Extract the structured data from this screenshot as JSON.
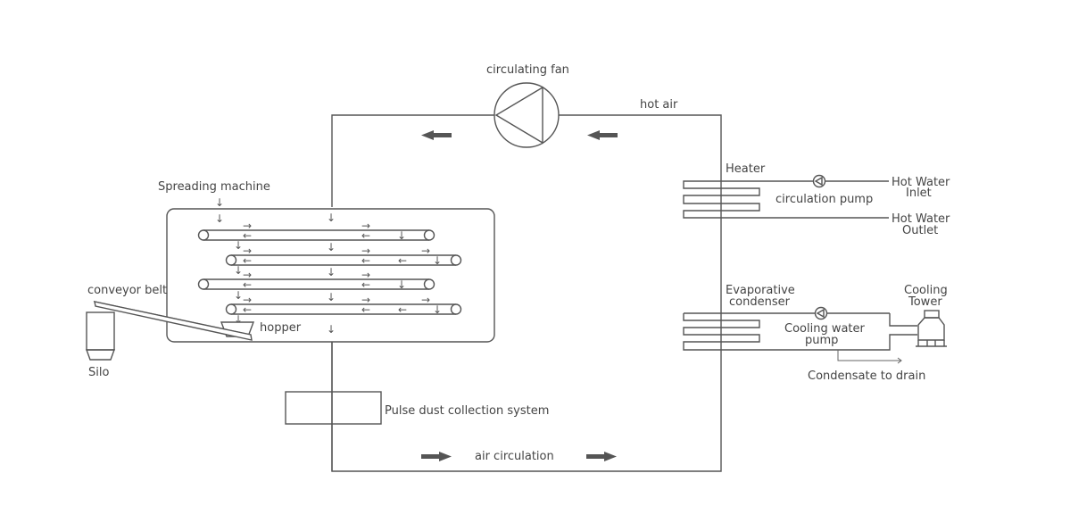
{
  "diagram": {
    "type": "process-flow",
    "title": "Belt dryer air circulation system",
    "labels": {
      "circulating_fan": "circulating fan",
      "hot_air": "hot air",
      "heater": "Heater",
      "circulation_pump": "circulation pump",
      "hot_water_inlet_1": "Hot Water",
      "hot_water_inlet_2": "Inlet",
      "hot_water_outlet_1": "Hot Water",
      "hot_water_outlet_2": "Outlet",
      "spreading_machine": "Spreading machine",
      "conveyor_belt": "conveyor belt",
      "hopper": "hopper",
      "silo": "Silo",
      "evaporative_condenser_1": "Evaporative",
      "evaporative_condenser_2": "condenser",
      "cooling_tower_1": "Cooling",
      "cooling_tower_2": "Tower",
      "cooling_water_pump_1": "Cooling water",
      "cooling_water_pump_2": "pump",
      "condensate": "Condensate to drain",
      "pulse_dust": "Pulse dust collection system",
      "air_circulation": "air circulation"
    },
    "glyphs": {
      "down": "↓",
      "right": "→",
      "left": "←"
    },
    "components": [
      {
        "name": "circulating fan",
        "icon": "fan-icon"
      },
      {
        "name": "Heater",
        "icon": "heat-exchanger-icon"
      },
      {
        "name": "circulation pump",
        "icon": "pump-icon"
      },
      {
        "name": "Evaporative condenser",
        "icon": "heat-exchanger-icon"
      },
      {
        "name": "Cooling water pump",
        "icon": "pump-icon"
      },
      {
        "name": "Cooling Tower",
        "icon": "cooling-tower-icon"
      },
      {
        "name": "Spreading machine",
        "icon": "belt-dryer-icon"
      },
      {
        "name": "conveyor belt",
        "icon": "conveyor-icon"
      },
      {
        "name": "hopper",
        "icon": "hopper-icon"
      },
      {
        "name": "Silo",
        "icon": "silo-icon"
      },
      {
        "name": "Pulse dust collection system",
        "icon": "filter-box-icon"
      }
    ],
    "colors": {
      "line": "#555555",
      "text": "#444444",
      "background": "#ffffff"
    }
  }
}
